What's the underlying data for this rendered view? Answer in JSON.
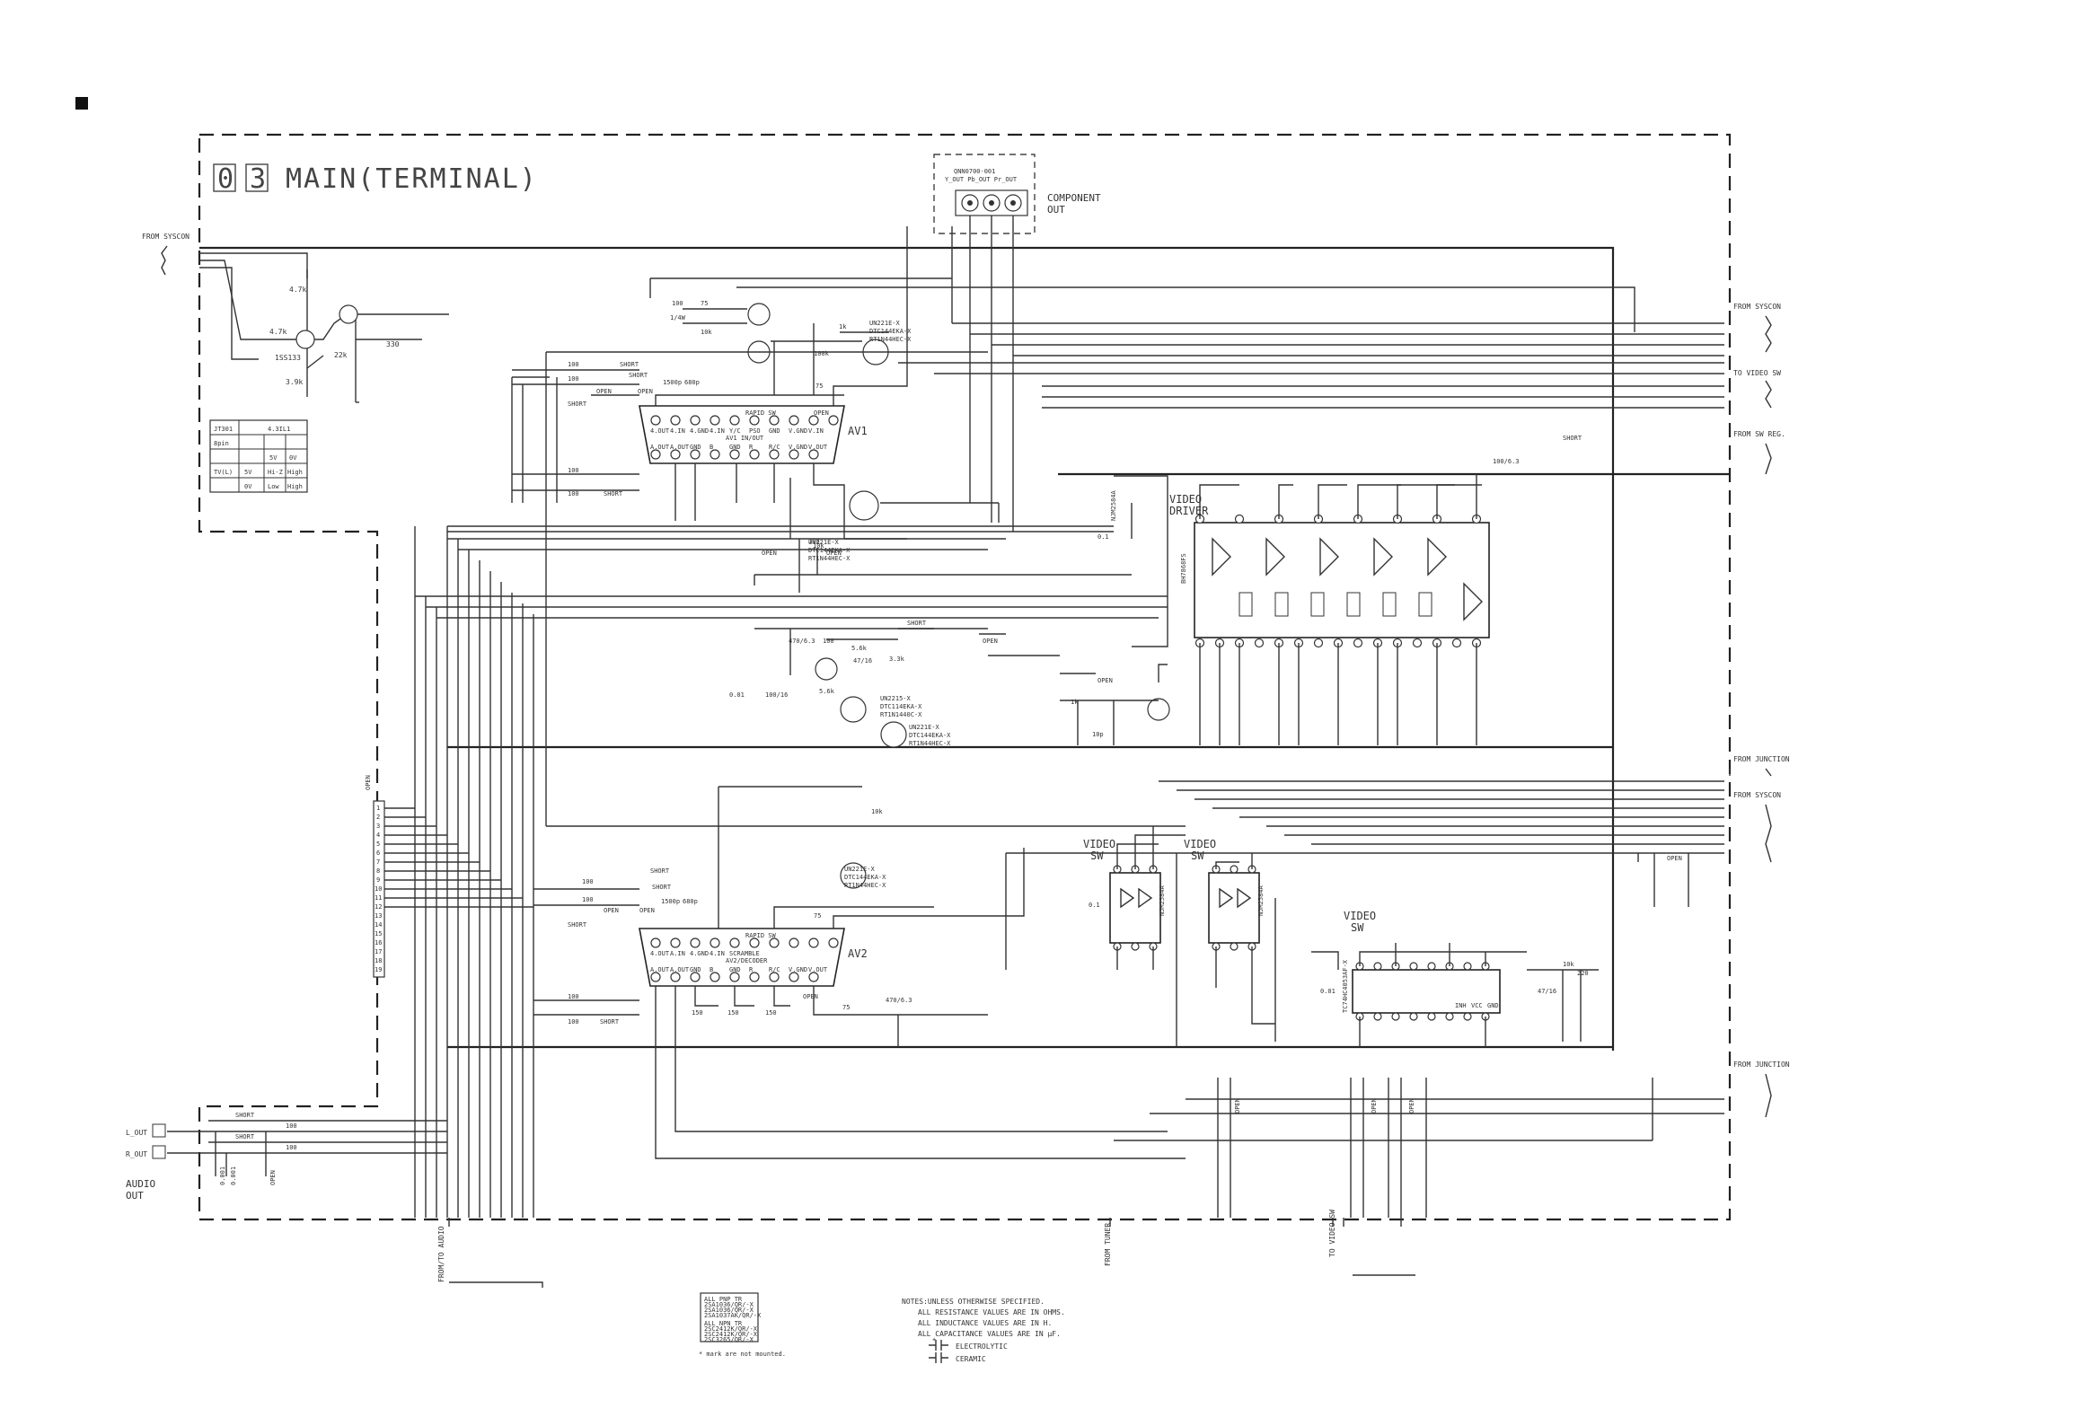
{
  "title": {
    "num_1": "0",
    "num_2": "3",
    "text": "MAIN(TERMINAL)"
  },
  "component_out": {
    "part": "QNN0700-001",
    "jacks": "Y_OUT  Pb_OUT  Pr_OUT",
    "label_1": "COMPONENT",
    "label_2": "OUT"
  },
  "edge_labels": {
    "from_syscon_left": "FROM SYSCON",
    "from_syscon_right": "FROM SYSCON",
    "to_video_sw_right": "TO VIDEO SW",
    "from_sw_reg": "FROM SW REG.",
    "from_junction_1": "FROM JUNCTION",
    "from_syscon_2": "FROM SYSCON",
    "from_junction_2": "FROM JUNCTION",
    "from_to_audio": "FROM/TO AUDIO",
    "from_tuner": "FROM TUNER",
    "to_video_sw_bottom": "TO VIDEO SW",
    "open_vertical": "OPEN"
  },
  "blocks": {
    "av1": {
      "label": "AV1",
      "sub": "AV1 IN/OUT",
      "rapid": "RAPID SW",
      "pins_top": [
        "4.OUT",
        "4.IN",
        "4.GND",
        "4.IN",
        "Y/C",
        "PSO",
        "GND",
        "V.GND",
        "V.IN"
      ],
      "pins_bot": [
        "A.OUT",
        "A.OUT",
        "GND",
        "B",
        "GND",
        "R",
        "R/C",
        "V.GND",
        "V.OUT"
      ]
    },
    "av2": {
      "label": "AV2",
      "sub": "AV2/DECODER",
      "rapid": "RAPID SW",
      "pins_top": [
        "4.OUT",
        "A.IN",
        "4.GND",
        "4.IN",
        "SCRAMBLE"
      ],
      "pins_bot": [
        "A.OUT",
        "A.OUT",
        "GND",
        "B",
        "GND",
        "R",
        "R/C",
        "V.GND",
        "V.OUT"
      ]
    },
    "video_driver": {
      "label_1": "VIDEO",
      "label_2": "DRIVER",
      "ic": "BH7868FS"
    },
    "video_sw_1": {
      "label_1": "VIDEO",
      "label_2": "SW",
      "ic": "NJM2584A"
    },
    "video_sw_2": {
      "label_1": "VIDEO",
      "label_2": "SW",
      "ic": "NJM2584A"
    },
    "video_sw_3": {
      "label_1": "VIDEO",
      "label_2": "SW",
      "pins": [
        "INH",
        "VCC",
        "GND"
      ]
    }
  },
  "jumper_table": {
    "rows": [
      [
        "JT301",
        "4.3IL1"
      ],
      [
        "8pin",
        ""
      ],
      [
        "",
        "5V",
        "0V"
      ],
      [
        "TV(L)",
        "5V",
        "Hi-Z",
        "High"
      ],
      [
        "",
        "0V",
        "Low",
        "High"
      ]
    ]
  },
  "components": {
    "r_4_7k_a": "4.7k",
    "r_4_7k_b": "4.7k",
    "r_3_9k": "3.9k",
    "r_22k": "22k",
    "r_330": "330",
    "diode": "1SS133",
    "r_100": "100",
    "r_75": "75",
    "r_1_4w": "1/4W",
    "r_10k": "10k",
    "r_100k": "100k",
    "r_1k": "1k",
    "r_5_6k": "5.6k",
    "r_3_3k": "3.3k",
    "c_470_6_3": "470/6.3",
    "c_47_16": "47/16",
    "c_100_16": "100/16",
    "c_0_01": "0.01",
    "c_0_1": "0.1",
    "c_100_6_3": "100/6.3",
    "c_0_001": "0.001",
    "c_10p": "10p",
    "c_680p": "680p",
    "c_1500p": "1500p",
    "r_150": "150",
    "r_220": "220",
    "short": "SHORT",
    "open": "OPEN",
    "tr_1": "UN221E-X",
    "tr_1b": "DTC144EKA-X",
    "tr_1c": "RT1N44HEC-X",
    "tr_2": "UN2215-X",
    "tr_2b": "DTC114EKA-X",
    "tr_2c": "RT1N1440C-X",
    "mux": "TC74HC4053AF-X",
    "audio_out_l": "L_OUT",
    "audio_out_r": "R_OUT",
    "audio_label_1": "AUDIO",
    "audio_label_2": "OUT"
  },
  "connector_pins": [
    "1",
    "2",
    "3",
    "4",
    "5",
    "6",
    "7",
    "8",
    "9",
    "10",
    "11",
    "12",
    "13",
    "14",
    "15",
    "16",
    "17",
    "18",
    "19"
  ],
  "legend_box": {
    "lines": [
      "ALL PNP TR",
      "2SA1036/QR/-X",
      "2SA1036/QR/-X",
      "2SA1037AK/QR/-X",
      "",
      "ALL NPN TR",
      "2SC2412K/QR/-X",
      "2SC2412K/QR/-X",
      "2SC3265/QR/-X"
    ],
    "note": "* mark are not mounted."
  },
  "notes": {
    "header": "NOTES:UNLESS OTHERWISE SPECIFIED.",
    "line_1": "ALL RESISTANCE VALUES ARE IN OHMS.",
    "line_2": "ALL INDUCTANCE VALUES ARE IN H.",
    "line_3": "ALL CAPACITANCE VALUES ARE IN µF.",
    "electrolytic": "ELECTROLYTIC",
    "ceramic": "CERAMIC"
  },
  "colors": {
    "line": "#333333",
    "frame": "#222222",
    "marker": "#111111"
  }
}
